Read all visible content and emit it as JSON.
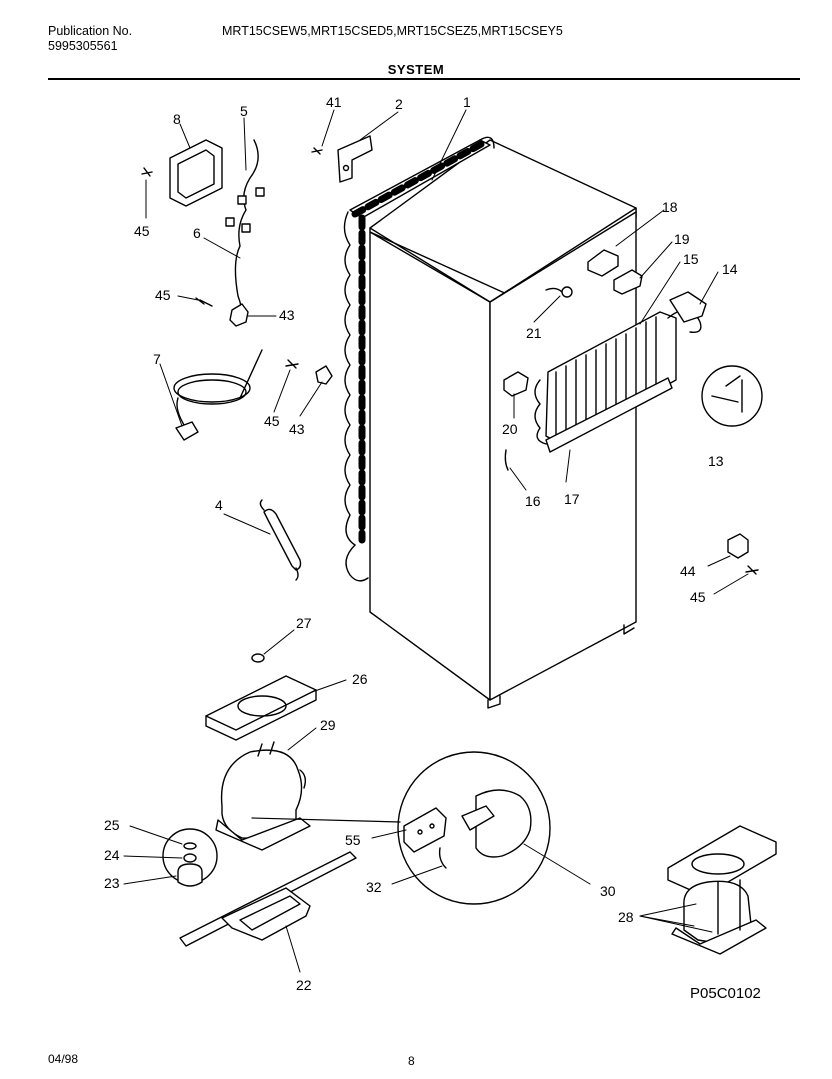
{
  "header": {
    "publication_label": "Publication No.",
    "publication_number": "5995305561",
    "models": "MRT15CSEW5,MRT15CSED5,MRT15CSEZ5,MRT15CSEY5",
    "section_title": "SYSTEM"
  },
  "diagram": {
    "reference_code": "P05C0102",
    "callouts": [
      {
        "id": "c1",
        "text": "1"
      },
      {
        "id": "c2",
        "text": "2"
      },
      {
        "id": "c41",
        "text": "41"
      },
      {
        "id": "c5",
        "text": "5"
      },
      {
        "id": "c8",
        "text": "8"
      },
      {
        "id": "c45a",
        "text": "45"
      },
      {
        "id": "c6",
        "text": "6"
      },
      {
        "id": "c45b",
        "text": "45"
      },
      {
        "id": "c43a",
        "text": "43"
      },
      {
        "id": "c7",
        "text": "7"
      },
      {
        "id": "c45c",
        "text": "45"
      },
      {
        "id": "c43b",
        "text": "43"
      },
      {
        "id": "c18",
        "text": "18"
      },
      {
        "id": "c19",
        "text": "19"
      },
      {
        "id": "c15",
        "text": "15"
      },
      {
        "id": "c14",
        "text": "14"
      },
      {
        "id": "c21",
        "text": "21"
      },
      {
        "id": "c20",
        "text": "20"
      },
      {
        "id": "c13",
        "text": "13"
      },
      {
        "id": "c16",
        "text": "16"
      },
      {
        "id": "c17",
        "text": "17"
      },
      {
        "id": "c4",
        "text": "4"
      },
      {
        "id": "c44",
        "text": "44"
      },
      {
        "id": "c45d",
        "text": "45"
      },
      {
        "id": "c27",
        "text": "27"
      },
      {
        "id": "c26",
        "text": "26"
      },
      {
        "id": "c29",
        "text": "29"
      },
      {
        "id": "c25",
        "text": "25"
      },
      {
        "id": "c55",
        "text": "55"
      },
      {
        "id": "c24",
        "text": "24"
      },
      {
        "id": "c23",
        "text": "23"
      },
      {
        "id": "c32",
        "text": "32"
      },
      {
        "id": "c30",
        "text": "30"
      },
      {
        "id": "c28",
        "text": "28"
      },
      {
        "id": "c22",
        "text": "22"
      }
    ]
  },
  "footer": {
    "date": "04/98",
    "page_number": "8"
  }
}
